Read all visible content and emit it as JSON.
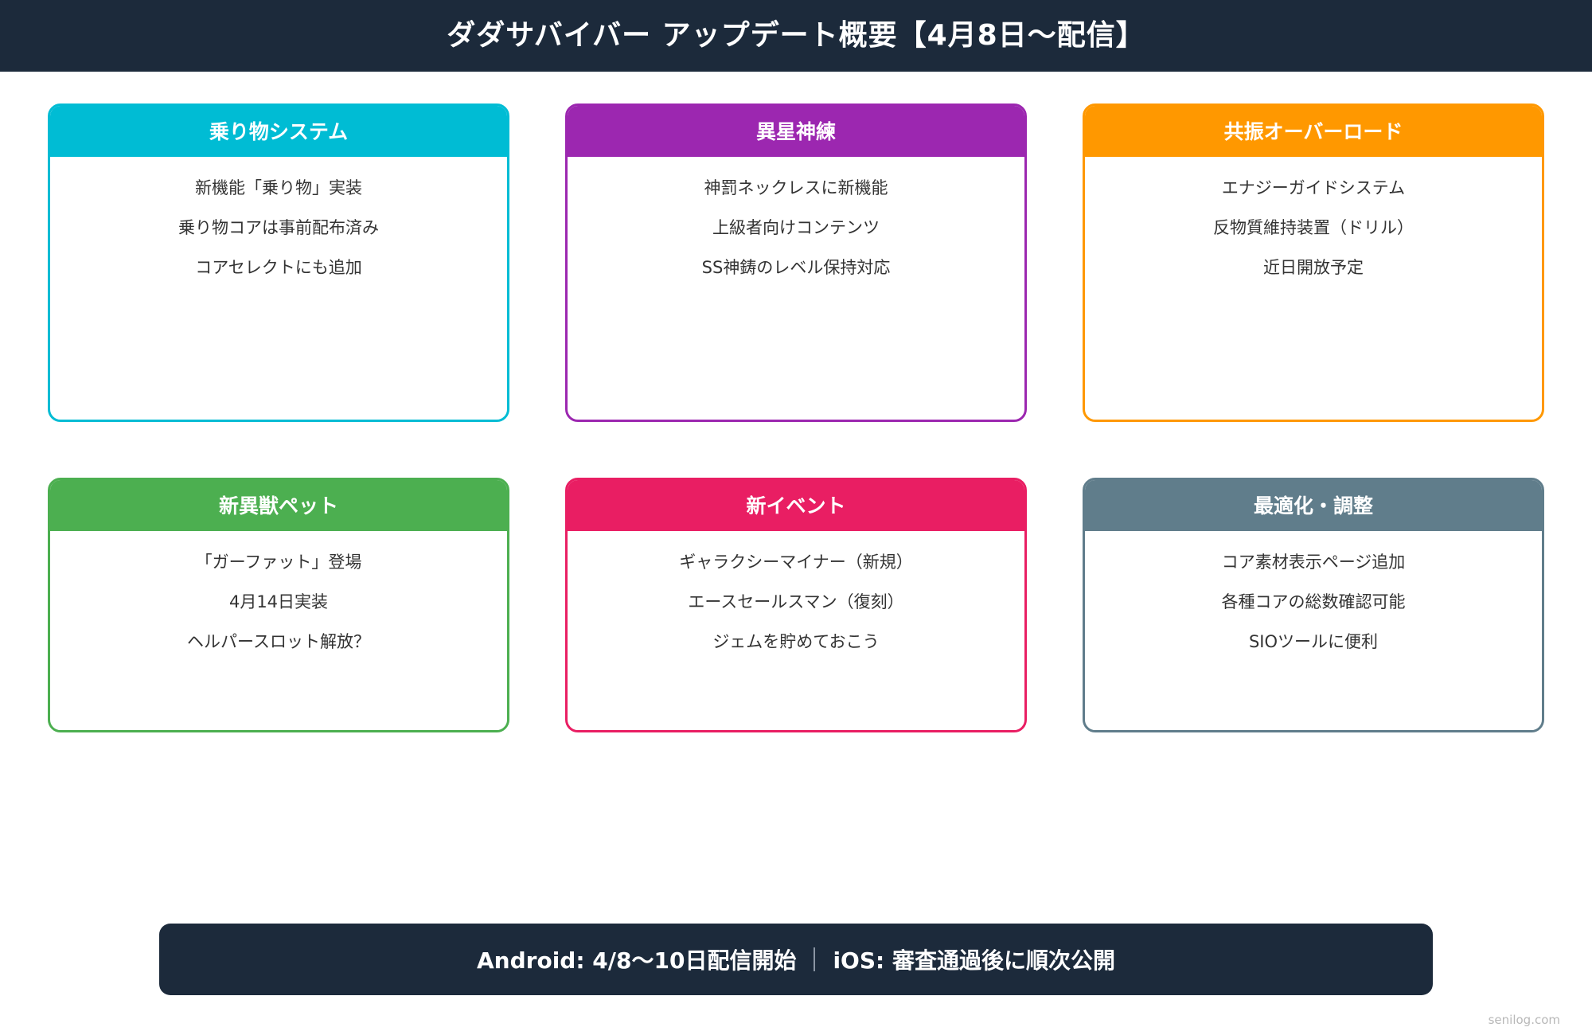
{
  "header": {
    "title": "ダダサバイバー アップデート概要【4月8日〜配信】"
  },
  "colors": {
    "header_bg": "#1c2a3b",
    "card1": "#00bcd4",
    "card2": "#9c27b0",
    "card3": "#ff9800",
    "card4": "#4caf50",
    "card5": "#e91e63",
    "card6": "#607d8b",
    "body_text": "#333333"
  },
  "cards": [
    {
      "title": "乗り物システム",
      "items": [
        "新機能「乗り物」実装",
        "乗り物コアは事前配布済み",
        "コアセレクトにも追加"
      ]
    },
    {
      "title": "異星神練",
      "items": [
        "神罰ネックレスに新機能",
        "上級者向けコンテンツ",
        "SS神鋳のレベル保持対応"
      ]
    },
    {
      "title": "共振オーバーロード",
      "items": [
        "エナジーガイドシステム",
        "反物質維持装置（ドリル）",
        "近日開放予定"
      ]
    },
    {
      "title": "新異獣ペット",
      "items": [
        "「ガーファット」登場",
        "4月14日実装",
        "ヘルパースロット解放？"
      ]
    },
    {
      "title": "新イベント",
      "items": [
        "ギャラクシーマイナー（新規）",
        "エースセールスマン（復刻）",
        "ジェムを貯めておこう"
      ]
    },
    {
      "title": "最適化・調整",
      "items": [
        "コア素材表示ページ追加",
        "各種コアの総数確認可能",
        "SIOツールに便利"
      ]
    }
  ],
  "footer": {
    "android": "Android: 4/8〜10日配信開始",
    "ios": "iOS: 審査通過後に順次公開"
  },
  "watermark": "senilog.com"
}
